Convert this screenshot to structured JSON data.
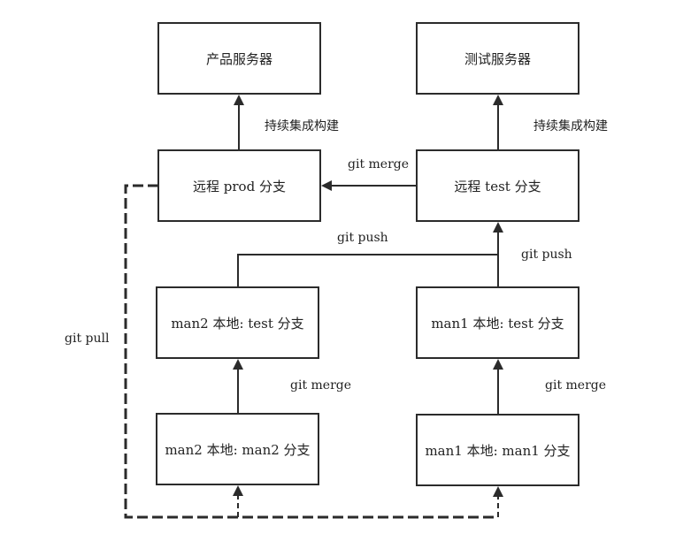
{
  "nodes": {
    "prod_server": "产品服务器",
    "test_server": "测试服务器",
    "remote_prod": "远程 prod 分支",
    "remote_test": "远程 test 分支",
    "man2_test": "man2 本地: test 分支",
    "man1_test": "man1 本地: test 分支",
    "man2_man2": "man2 本地: man2 分支",
    "man1_man1": "man1 本地: man1 分支"
  },
  "edges": {
    "ci_prod": "持续集成构建",
    "ci_test": "持续集成构建",
    "merge_test_to_prod": "git merge",
    "push_man2": "git push",
    "push_man1": "git push",
    "merge_man2": "git merge",
    "merge_man1": "git merge",
    "pull": "git pull"
  },
  "colors": {
    "stroke": "#2b2b2b",
    "background": "#ffffff"
  }
}
